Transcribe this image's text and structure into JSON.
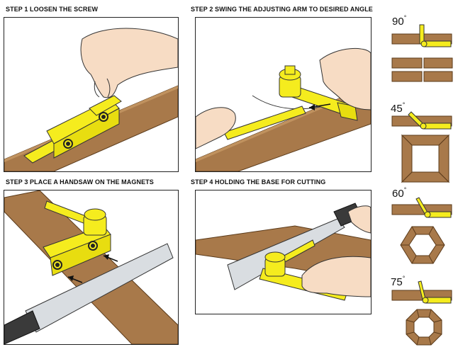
{
  "steps": [
    {
      "label": "STEP 1   LOOSEN THE SCREW"
    },
    {
      "label": "STEP 2   SWING THE ADJUSTING ARM TO DESIRED ANGLE"
    },
    {
      "label": "STEP 3   PLACE A HANDSAW ON THE MAGNETS"
    },
    {
      "label": "STEP 4   HOLDING THE BASE FOR CUTTING"
    }
  ],
  "angles": [
    {
      "value": "90",
      "unit": "°",
      "shape": "square-butt"
    },
    {
      "value": "45",
      "unit": "°",
      "shape": "square-frame"
    },
    {
      "value": "60",
      "unit": "°",
      "shape": "hexagon"
    },
    {
      "value": "75",
      "unit": "°",
      "shape": "octagon"
    }
  ],
  "colors": {
    "tool_yellow": "#f5ec1e",
    "tool_outline": "#2a2a00",
    "wood": "#a8794a",
    "wood_dark": "#8a5f36",
    "skin": "#f7dcc4",
    "saw": "#d9dde1",
    "handle": "#3a3a3a",
    "magnet": "#222222"
  }
}
